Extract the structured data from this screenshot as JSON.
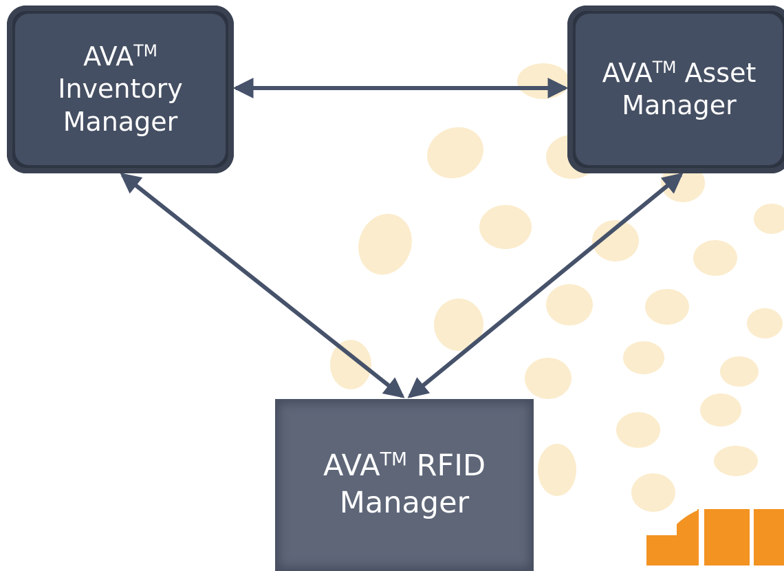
{
  "nodes": {
    "inventory": {
      "line1": "AVA",
      "tm": "TM",
      "line2": "Inventory",
      "line3": "Manager"
    },
    "asset": {
      "line1": "AVA",
      "tm": "TM",
      "line1_suffix": " Asset",
      "line2": "Manager"
    },
    "rfid": {
      "line1": "AVA",
      "tm": "TM",
      "line1_suffix": " RFID",
      "line2": "Manager"
    }
  },
  "colors": {
    "node_dark": "#454f63",
    "node_rfid": "#5e6678",
    "arrow": "#46526a",
    "background_dots": "#fbe9c4",
    "brand_orange": "#f39322"
  },
  "edges": [
    {
      "from": "inventory",
      "to": "asset",
      "direction": "bidirectional"
    },
    {
      "from": "inventory",
      "to": "rfid",
      "direction": "bidirectional"
    },
    {
      "from": "asset",
      "to": "rfid",
      "direction": "bidirectional"
    }
  ]
}
